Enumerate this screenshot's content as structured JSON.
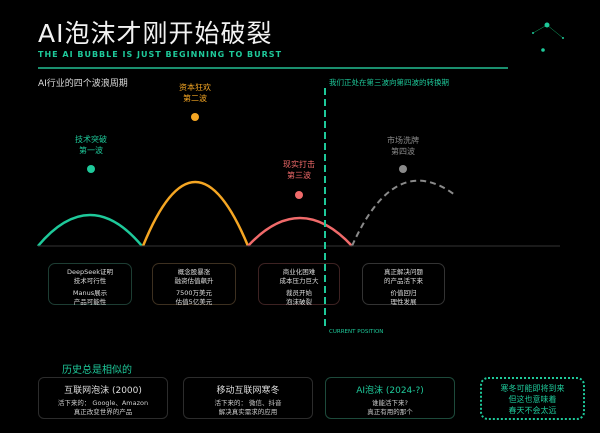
{
  "title": "AI泡沫才刚开始破裂",
  "subtitle": "THE AI BUBBLE IS JUST BEGINNING TO BURST",
  "section": "AI行业的四个波浪周期",
  "transition_note": "我们正处在第三波向第四波的转换期",
  "current_position": "CURRENT POSITION",
  "colors": {
    "wave1": "#1ec99a",
    "wave2": "#f5a623",
    "wave3": "#f06a6a",
    "wave4": "#8a8a8a"
  },
  "waves": [
    {
      "l1": "技术突破",
      "l2": "第一波",
      "box": [
        "DeepSeek证明",
        "技术可行性",
        "Manus展示",
        "产品可能性"
      ]
    },
    {
      "l1": "资本狂欢",
      "l2": "第二波",
      "box": [
        "概念股暴涨",
        "融资估值飙升",
        "7500万美元",
        "估值5亿美元"
      ]
    },
    {
      "l1": "现实打击",
      "l2": "第三波",
      "box": [
        "商业化困难",
        "成本压力巨大",
        "裁员开始",
        "泡沫破裂"
      ]
    },
    {
      "l1": "市场洗牌",
      "l2": "第四波",
      "box": [
        "真正解决问题",
        "的产品活下来",
        "价值回归",
        "理性发展"
      ]
    }
  ],
  "history_title": "历史总是相似的",
  "history": [
    {
      "title": "互联网泡沫 (2000)",
      "d1": "活下来的： Google、Amazon",
      "d2": "真正改变世界的产品"
    },
    {
      "title": "移动互联网寒冬",
      "d1": "活下来的： 微信、抖音",
      "d2": "解决真实需求的应用"
    },
    {
      "title": "AI泡沫 (2024-?)",
      "d1": "谁能活下来?",
      "d2": "真正有用的那个"
    }
  ],
  "warning": [
    "寒冬可能即将到来",
    "但这也意味着",
    "春天不会太远"
  ]
}
